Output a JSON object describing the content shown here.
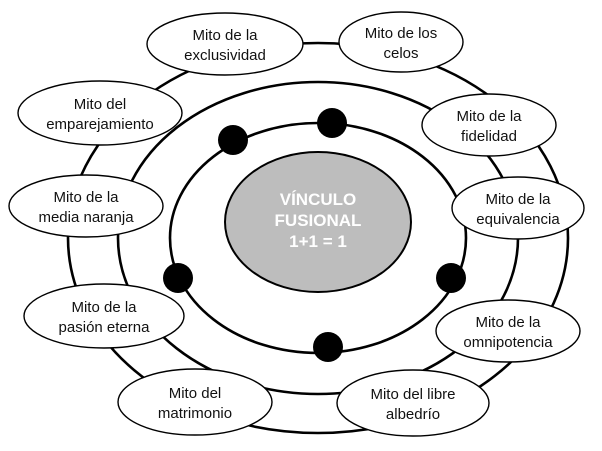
{
  "center": {
    "lines": [
      "VÍNCULO",
      "FUSIONAL",
      "1+1 = 1"
    ],
    "fill_color": "#bdbdbd",
    "text_color": "#ffffff"
  },
  "myths": [
    {
      "id": "exclusividad",
      "lines": [
        "Mito de la",
        "exclusividad"
      ]
    },
    {
      "id": "celos",
      "lines": [
        "Mito de los",
        "celos"
      ]
    },
    {
      "id": "emparejamiento",
      "lines": [
        "Mito del",
        "emparejamiento"
      ]
    },
    {
      "id": "fidelidad",
      "lines": [
        "Mito de la",
        "fidelidad"
      ]
    },
    {
      "id": "media-naranja",
      "lines": [
        "Mito de la",
        "media naranja"
      ]
    },
    {
      "id": "equivalencia",
      "lines": [
        "Mito de la",
        "equivalencia"
      ]
    },
    {
      "id": "pasion-eterna",
      "lines": [
        "Mito de la",
        "pasión eterna"
      ]
    },
    {
      "id": "omnipotencia",
      "lines": [
        "Mito de la",
        "omnipotencia"
      ]
    },
    {
      "id": "matrimonio",
      "lines": [
        "Mito del",
        "matrimonio"
      ]
    },
    {
      "id": "libre-albedrio",
      "lines": [
        "Mito del libre",
        "albedrío"
      ]
    }
  ]
}
